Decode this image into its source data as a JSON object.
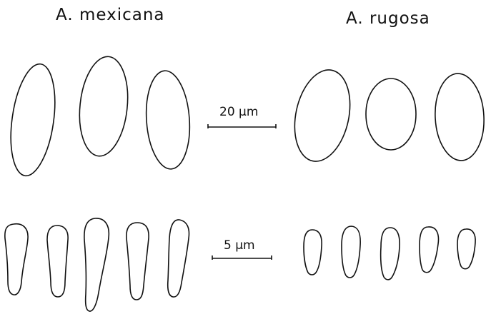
{
  "figure": {
    "species": [
      {
        "label": "A. mexicana"
      },
      {
        "label": "A. rugosa"
      }
    ],
    "scale_bars": [
      {
        "label": "20 µm"
      },
      {
        "label": "5 µm"
      }
    ],
    "rows": [
      {
        "shape_name": "large-oval-cell",
        "groups": [
          {
            "count": 3
          },
          {
            "count": 3
          }
        ]
      },
      {
        "shape_name": "small-clavate-cell",
        "groups": [
          {
            "count": 5
          },
          {
            "count": 5
          }
        ]
      }
    ],
    "colors": {
      "line": "#111111",
      "background": "#ffffff"
    }
  }
}
